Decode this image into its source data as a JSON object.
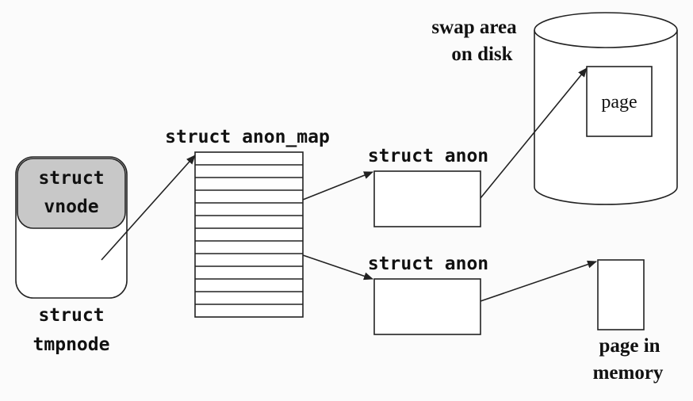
{
  "diagram": {
    "tmpnode": {
      "inner_line1": "struct",
      "inner_line2": "vnode",
      "label_line1": "struct",
      "label_line2": "tmpnode"
    },
    "anon_map": {
      "label": "struct anon_map",
      "slot_count": 13
    },
    "anon_top": {
      "label": "struct anon"
    },
    "anon_bottom": {
      "label": "struct anon"
    },
    "swap": {
      "label_line1": "swap area",
      "label_line2": "on disk",
      "page_label": "page"
    },
    "memory_page": {
      "label_line1": "page in",
      "label_line2": "memory"
    },
    "colors": {
      "vnode_fill": "#c8c8c8",
      "stroke": "#222222",
      "background": "#fbfbfb"
    }
  }
}
